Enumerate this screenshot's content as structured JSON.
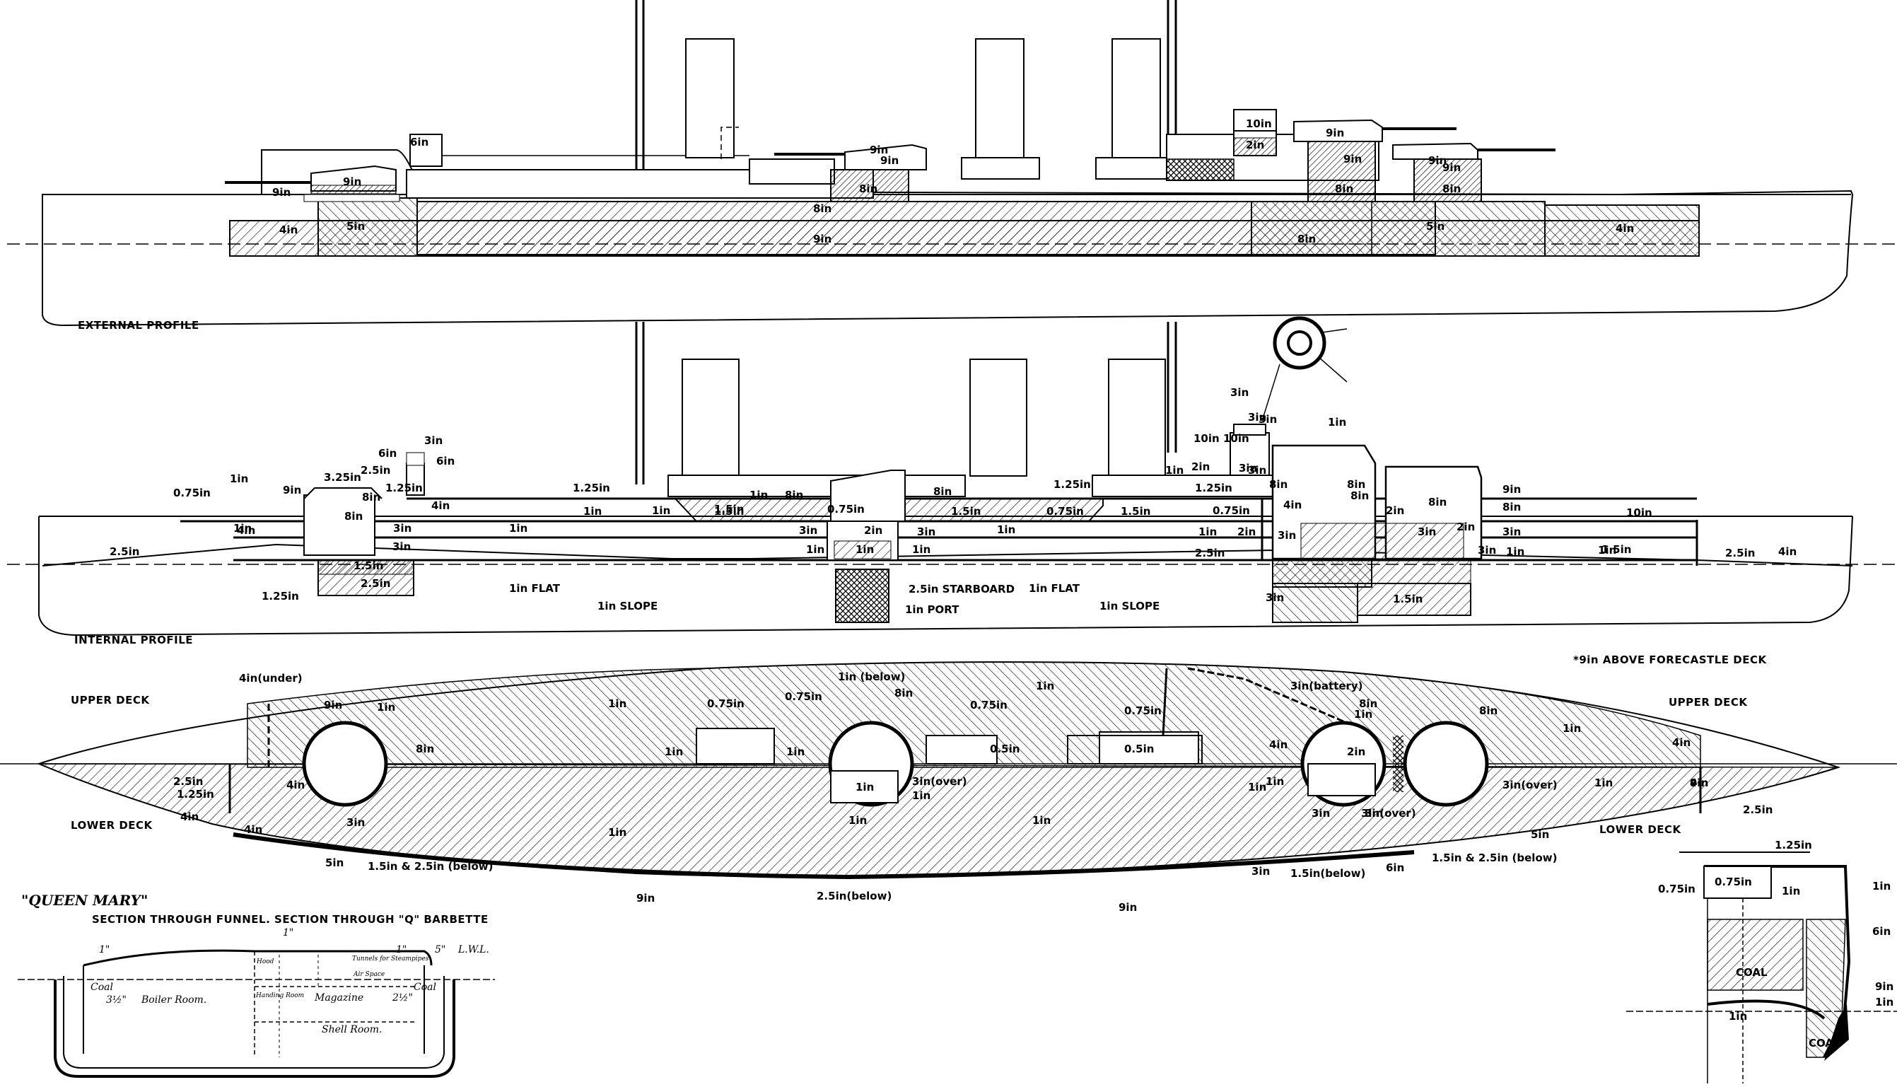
{
  "sections": {
    "external": "EXTERNAL PROFILE",
    "internal": "INTERNAL PROFILE",
    "upper_deck": "UPPER DECK",
    "lower_deck": "LOWER DECK",
    "footnote": "*9in ABOVE FORECASTLE DECK"
  },
  "ext_labels": [
    "9in",
    "9in",
    "4in",
    "5in",
    "6in",
    "9in",
    "9in",
    "8in",
    "8in",
    "9in",
    "10in",
    "2in",
    "9in",
    "9in",
    "9in",
    "8in",
    "9in",
    "8in",
    "8in",
    "5in",
    "4in"
  ],
  "int_labels": [
    "0.75in",
    "1in",
    "9in",
    "3.25in",
    "2.5in",
    "6in",
    "3in",
    "6in",
    "1in",
    "1.25in",
    "8in",
    "4in",
    "8in",
    "3in",
    "4in",
    "1in",
    "3in",
    "2.5in",
    "1.25in",
    "1.5in",
    "2.5in",
    "1in FLAT",
    "1in SLOPE",
    "1.25in",
    "1in",
    "1in",
    "1.5in",
    "1in",
    "1.5in",
    "8in",
    "0.75in",
    "3in",
    "2in",
    "3in",
    "1in",
    "1in",
    "1in",
    "2.5in STARBOARD",
    "1in PORT",
    "8in",
    "1.5in",
    "1.25in",
    "0.75in",
    "1.5in",
    "1in FLAT",
    "1in",
    "1in SLOPE",
    "1in",
    "1.25in",
    "0.75in",
    "1in",
    "3in",
    "10in",
    "10in",
    "3in",
    "3in",
    "3in",
    "2in",
    "3in",
    "2in",
    "8in",
    "4in",
    "3in",
    "8in",
    "8in",
    "2in",
    "8in",
    "3in",
    "2in",
    "8in",
    "3in",
    "9in",
    "3in",
    "1in",
    "1in",
    "3in",
    "1.5in",
    "2.5in",
    "4in",
    "2.5in",
    "1in",
    "3in",
    "10in",
    "1.5in",
    "1in",
    "1in",
    "1in"
  ],
  "deck_labels": [
    "4in(under)",
    "9in",
    "1in",
    "8in",
    "2.5in",
    "1.25in",
    "4in",
    "4in",
    "3in",
    "4in",
    "5in",
    "1.5in & 2.5in (below)",
    "1in",
    "0.75in",
    "0.75in",
    "1in (below)",
    "8in",
    "1in",
    "1in",
    "0.75in",
    "0.5in",
    "3in(over)",
    "1in",
    "1in",
    "1in",
    "1in",
    "2.5in(below)",
    "9in",
    "1in",
    "0.75in",
    "0.5in",
    "1in",
    "9in",
    "3in(battery)",
    "8in",
    "8in",
    "1in",
    "4in",
    "2in",
    "3in",
    "3in(over)",
    "3in",
    "3in(over)",
    "1.5in(below)",
    "6in",
    "1.5in & 2.5in (below)",
    "5in",
    "1in",
    "2.5in",
    "4in",
    "4in",
    "9in",
    "1in",
    "1in"
  ],
  "queen_mary": {
    "title": "\"QUEEN MARY\"",
    "subtitle": "SECTION THROUGH FUNNEL. SECTION THROUGH \"Q\" BARBETTE",
    "measure_1": "1\"",
    "measure_2": "1\"",
    "measure_3": "1\"",
    "measure_4": "5\"",
    "lwl": "L.W.L.",
    "coal_left": "Coal",
    "coal_right": "Coal",
    "boiler": "Boiler Room.",
    "magazine": "Magazine",
    "shell": "Shell Room.",
    "handing": "Handing Room",
    "hood": "Hood",
    "tunnels": "Tunnels for Steampipes",
    "air": "Air Space",
    "measure_5": "2½\"",
    "measure_6": "3½\""
  },
  "midship": {
    "t_top": "1.25in",
    "t_left": "0.75in",
    "t_mid": "0.75in",
    "t_inner": "1in",
    "r1": "1in",
    "r2": "6in",
    "r3": "9in",
    "r4": "1in",
    "coal1": "COAL",
    "coal2": "COAL",
    "bottom": "1in"
  }
}
